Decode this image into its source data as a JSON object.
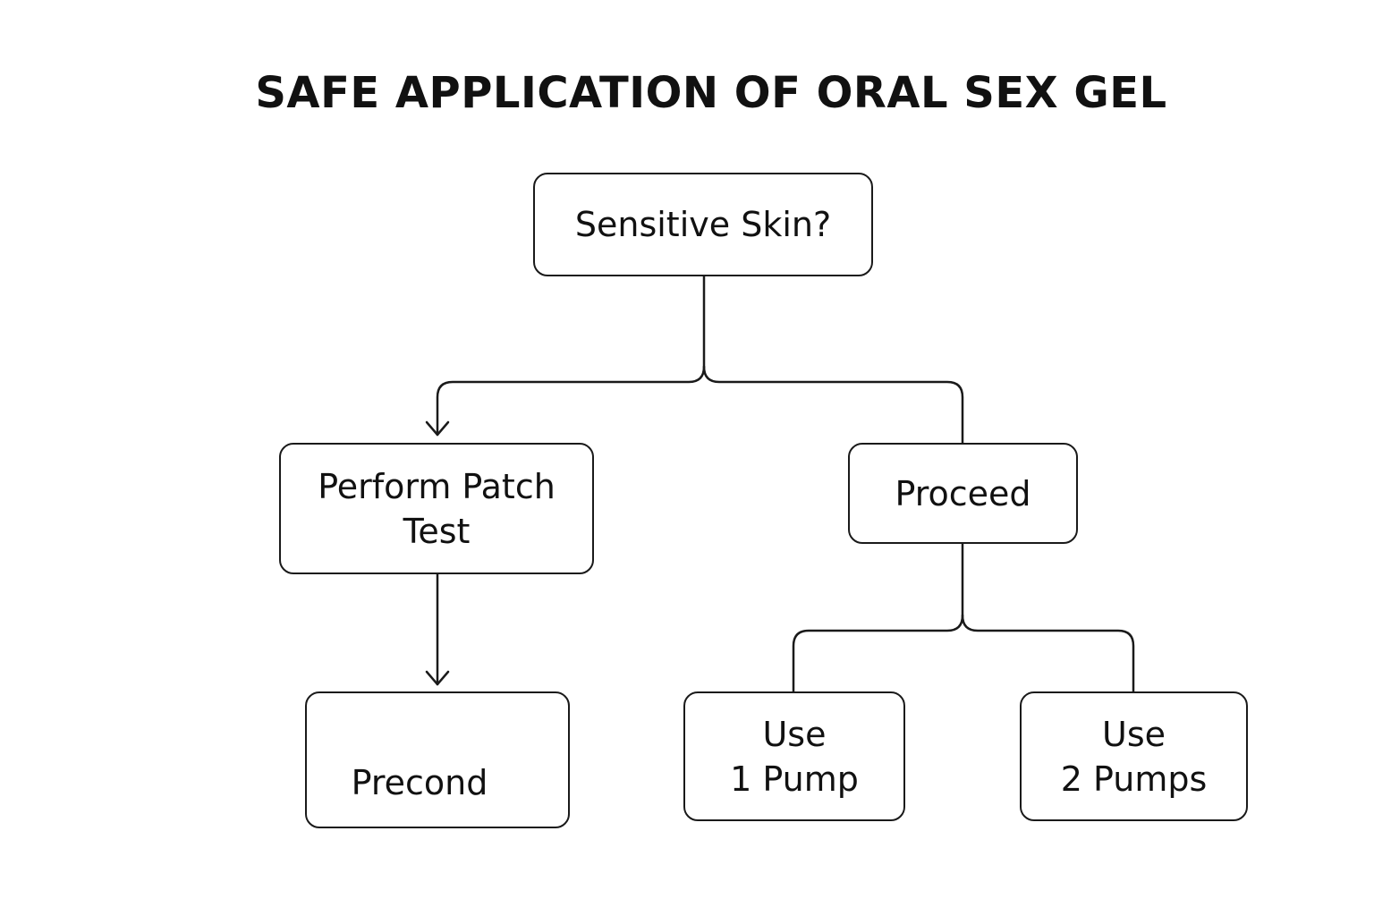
{
  "title": "SAFE APPLICATION OF ORAL SEX GEL",
  "nodes": {
    "sensitive_skin": "Sensitive Skin?",
    "patch_test": "Perform Patch\nTest",
    "proceed": "Proceed",
    "precond": "Precond",
    "one_pump": "Use\n1 Pump",
    "two_pumps": "Use\n2 Pumps"
  },
  "edges": [
    {
      "from": "sensitive_skin",
      "to": "patch_test"
    },
    {
      "from": "sensitive_skin",
      "to": "proceed"
    },
    {
      "from": "patch_test",
      "to": "precond"
    },
    {
      "from": "proceed",
      "to": "one_pump"
    },
    {
      "from": "proceed",
      "to": "two_pumps"
    }
  ]
}
